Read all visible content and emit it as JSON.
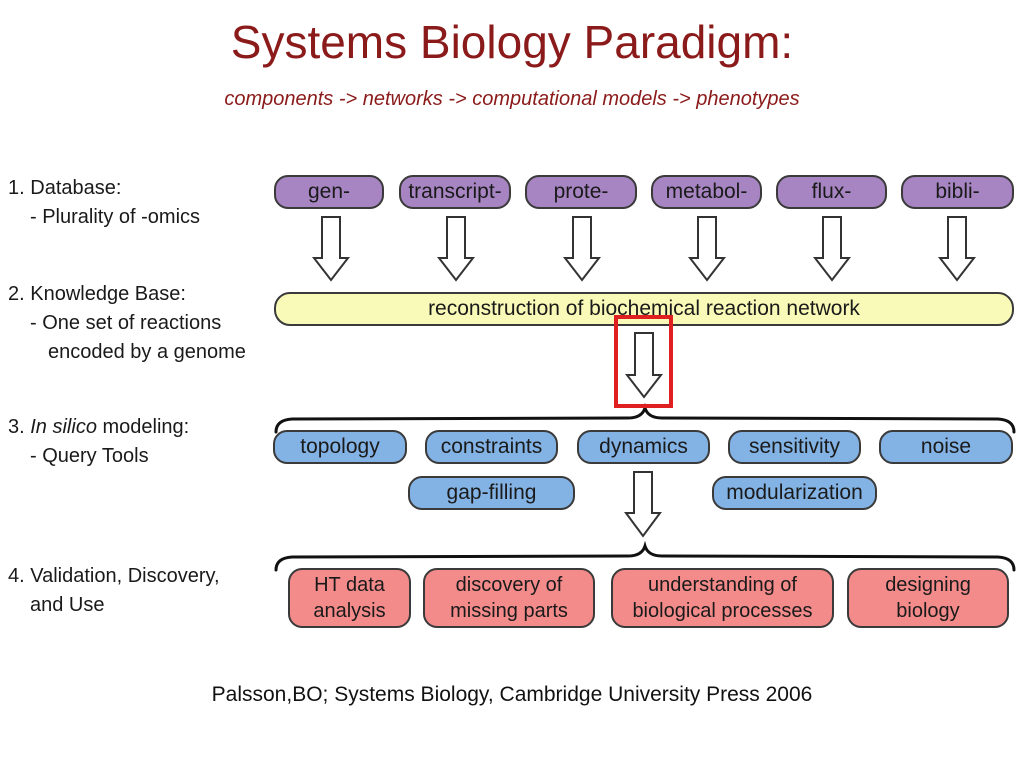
{
  "title": "Systems Biology Paradigm:",
  "subtitle": "components -> networks -> computational models -> phenotypes",
  "steps": [
    {
      "num": "1.",
      "label": "Database:",
      "lines": [
        "- Plurality of -omics"
      ]
    },
    {
      "num": "2.",
      "label": "Knowledge Base:",
      "lines": [
        "- One set of reactions",
        "encoded by a genome"
      ]
    },
    {
      "num": "3.",
      "label_italic": "In silico",
      "label": " modeling:",
      "lines": [
        "- Query Tools"
      ]
    },
    {
      "num": "4.",
      "label": "Validation, Discovery,",
      "lines": [
        "and Use"
      ]
    }
  ],
  "omics": [
    "gen-",
    "transcript-",
    "prote-",
    "metabol-",
    "flux-",
    "bibli-"
  ],
  "network_label": "reconstruction of biochemical reaction network",
  "tools_row1": [
    "topology",
    "constraints",
    "dynamics",
    "sensitivity",
    "noise"
  ],
  "tools_row2": [
    "gap-filling",
    "modularization"
  ],
  "outcomes": [
    {
      "line1": "HT data",
      "line2": "analysis"
    },
    {
      "line1": "discovery of",
      "line2": "missing parts"
    },
    {
      "line1": "understanding of",
      "line2": "biological processes"
    },
    {
      "line1": "designing",
      "line2": "biology"
    }
  ],
  "citation": "Palsson,BO; Systems Biology, Cambridge University Press 2006",
  "colors": {
    "title": "#8b1a1a",
    "omics_fill": "#a785c2",
    "network_fill": "#fafab8",
    "tools_fill": "#83b3e4",
    "outcomes_fill": "#f48b8b",
    "highlight": "#e02020"
  }
}
